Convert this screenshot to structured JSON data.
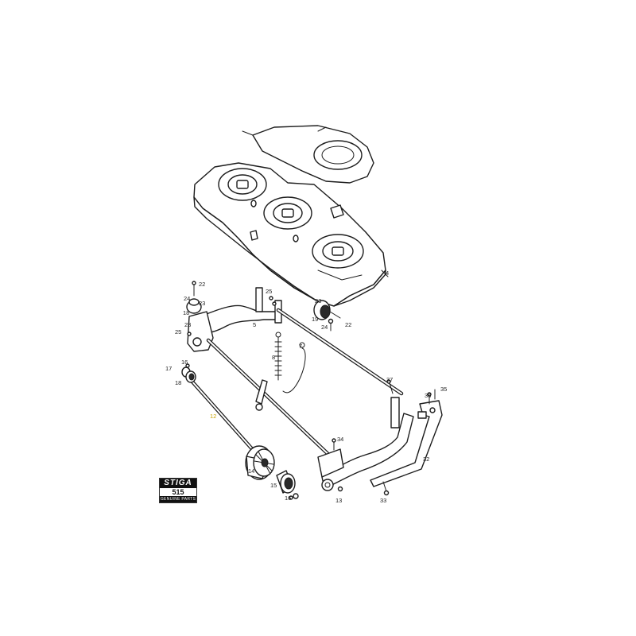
{
  "diagram": {
    "callouts": [
      {
        "id": "c22a",
        "label": "22"
      },
      {
        "id": "c24a",
        "label": "24"
      },
      {
        "id": "c23a",
        "label": "23"
      },
      {
        "id": "c18a",
        "label": "18"
      },
      {
        "id": "c23b",
        "label": "23"
      },
      {
        "id": "c25a",
        "label": "25"
      },
      {
        "id": "c25b",
        "label": "25"
      },
      {
        "id": "c23c",
        "label": "23"
      },
      {
        "id": "c19a",
        "label": "19"
      },
      {
        "id": "c24b",
        "label": "24"
      },
      {
        "id": "c22b",
        "label": "22"
      },
      {
        "id": "c5",
        "label": "5"
      },
      {
        "id": "c4",
        "label": "4"
      },
      {
        "id": "c8",
        "label": "8"
      },
      {
        "id": "c7",
        "label": "7"
      },
      {
        "id": "c17",
        "label": "17"
      },
      {
        "id": "c16a",
        "label": "16"
      },
      {
        "id": "c18b",
        "label": "18"
      },
      {
        "id": "c12",
        "label": "12",
        "highlight": true
      },
      {
        "id": "c37",
        "label": "37"
      },
      {
        "id": "c36",
        "label": "36"
      },
      {
        "id": "c35",
        "label": "35"
      },
      {
        "id": "c34",
        "label": "34"
      },
      {
        "id": "c32",
        "label": "32"
      },
      {
        "id": "c14",
        "label": "14"
      },
      {
        "id": "c15",
        "label": "15"
      },
      {
        "id": "c16b",
        "label": "16"
      },
      {
        "id": "c13",
        "label": "13"
      },
      {
        "id": "c33",
        "label": "33"
      }
    ]
  },
  "logo": {
    "brand": "STIGA",
    "model": "515",
    "subtitle": "GENUINE PARTS"
  },
  "colors": {
    "line": "#1c1c1c",
    "highlight": "#c8a200",
    "background": "#ffffff"
  }
}
